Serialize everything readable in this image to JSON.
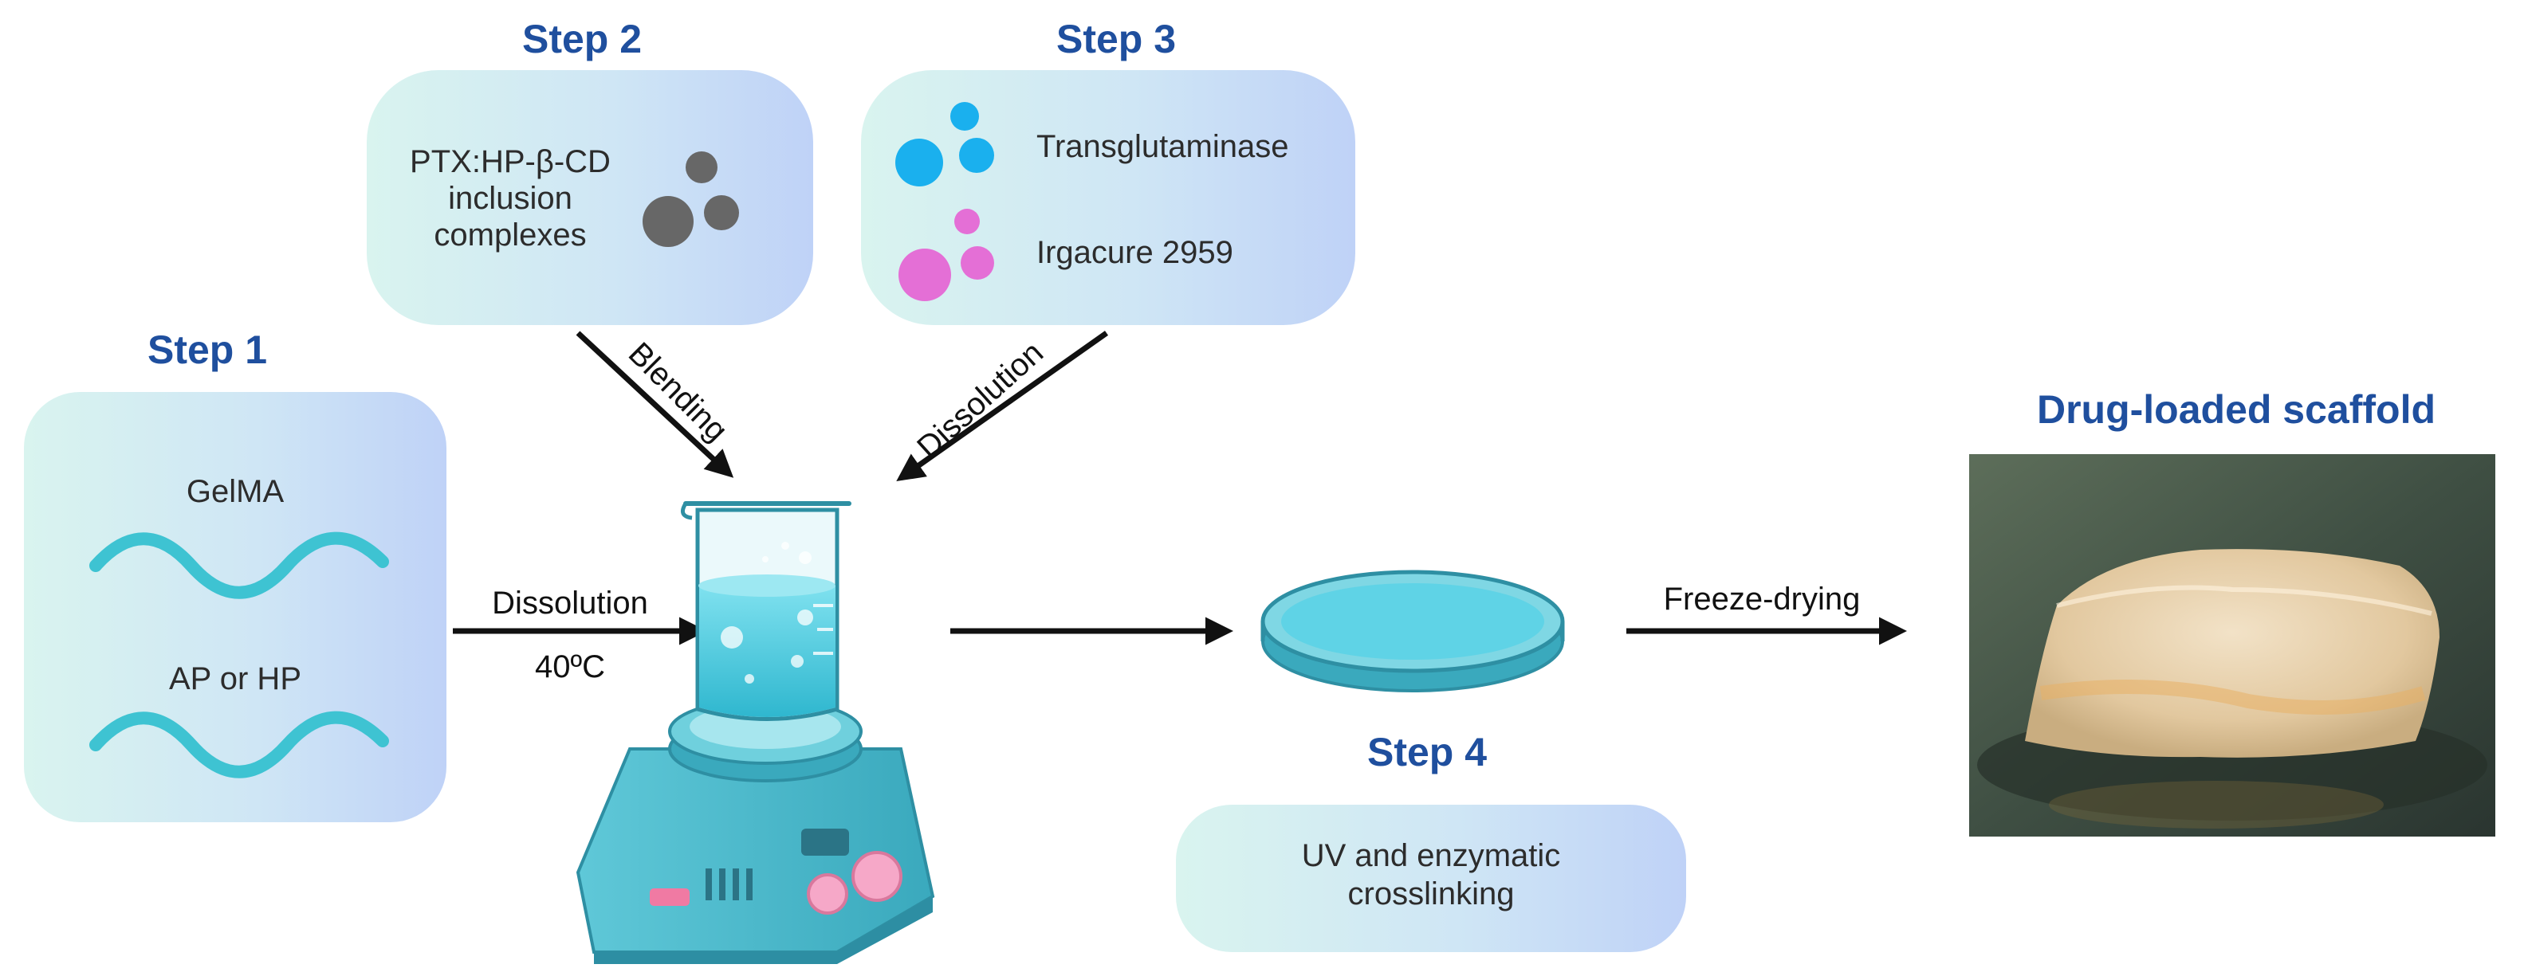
{
  "step1": {
    "title": "Step 1",
    "item1": "GelMA",
    "item2": "AP or HP"
  },
  "step2": {
    "title": "Step 2",
    "text_line1": "PTX:HP-β-CD",
    "text_line2": "inclusion",
    "text_line3": "complexes"
  },
  "step3": {
    "title": "Step 3",
    "item1": "Transglutaminase",
    "item2": "Irgacure 2959"
  },
  "step4": {
    "title": "Step 4",
    "text_line1": "UV and enzymatic",
    "text_line2": "crosslinking"
  },
  "arrows": {
    "blending": "Blending",
    "dissolution_top": "Dissolution",
    "dissolution_left": "Dissolution",
    "temperature": "40ºC",
    "freeze": "Freeze-drying"
  },
  "result": {
    "title": "Drug-loaded scaffold"
  },
  "colors": {
    "title_blue": "#1f4f9e",
    "wave_teal": "#3ec3d2",
    "particle_grey": "#666666",
    "particle_cyan": "#1ab0ee",
    "particle_magenta": "#e46fd6",
    "liquid": "#5fd3e6"
  },
  "icons": {
    "beaker": "beaker-icon",
    "stirrer": "hotplate-stirrer-icon",
    "petri": "petri-dish-icon",
    "photo": "scaffold-photo"
  }
}
